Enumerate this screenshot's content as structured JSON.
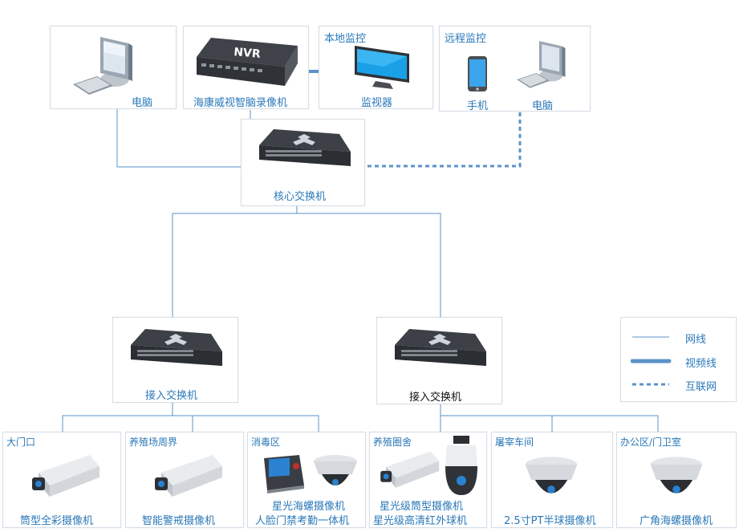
{
  "top": {
    "pc": {
      "label": "电脑"
    },
    "nvr": {
      "label": "海康威视智脑录像机",
      "badge": "NVR"
    },
    "local": {
      "zone": "本地监控",
      "label": "监视器"
    },
    "remote": {
      "zone": "远程监控",
      "phone": "手机",
      "pc": "电脑"
    }
  },
  "core": {
    "label": "核心交换机"
  },
  "access": [
    {
      "label": "接入交换机"
    },
    {
      "label": "接入交换机"
    }
  ],
  "legend": {
    "items": [
      {
        "label": "网线",
        "style": "thin"
      },
      {
        "label": "视频线",
        "style": "thick"
      },
      {
        "label": "互联网",
        "style": "dashed"
      }
    ]
  },
  "cameras": [
    {
      "zone": "大门口",
      "label1": "筒型全彩摄像机"
    },
    {
      "zone": "养殖场周界",
      "label1": "智能警戒摄像机"
    },
    {
      "zone": "消毒区",
      "label1": "星光海螺摄像机",
      "label2": "人脸门禁考勤一体机"
    },
    {
      "zone": "养殖圈舍",
      "label1": "星光级筒型摄像机",
      "label2": "星光级高清红外球机"
    },
    {
      "zone": "屠宰车间",
      "label1": "2.5寸PT半球摄像机"
    },
    {
      "zone": "办公区/门卫室",
      "label1": "广角海螺摄像机"
    }
  ],
  "colors": {
    "line": "#5b93c9",
    "label": "#2a78b8"
  }
}
